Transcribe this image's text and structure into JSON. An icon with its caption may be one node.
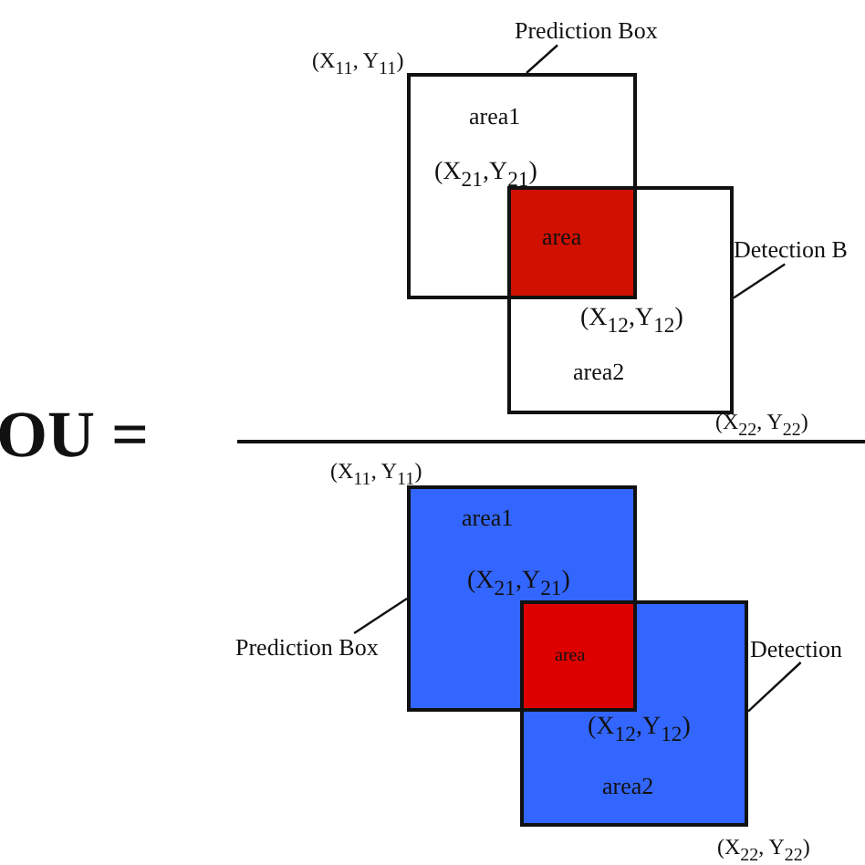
{
  "diagram": {
    "nodes": [
      {
        "text": [
          "Prediction Box"
        ]
      },
      {
        "text": [
          "area1"
        ]
      },
      {
        "text": [
          "area2"
        ]
      },
      {
        "text": [
          "area"
        ]
      },
      {
        "text": [
          "Detection B"
        ]
      },
      {
        "text": [
          "Prediction Box"
        ]
      },
      {
        "text": [
          "area1"
        ]
      },
      {
        "text": [
          "area2"
        ]
      },
      {
        "text": [
          "area"
        ]
      },
      {
        "text": [
          "Detection"
        ]
      }
    ],
    "edges": [
      {
        "from": 0,
        "to": 1,
        "arrow": "none"
      },
      {
        "from": 4,
        "to": 2,
        "arrow": "none"
      },
      {
        "from": 5,
        "to": 6,
        "arrow": "none"
      },
      {
        "from": 9,
        "to": 7,
        "arrow": "none"
      }
    ],
    "labels": [
      "OU =",
      "(X$_{11}$, Y$_{11}$)",
      "(X$_{21}$,Y$_{21}$)",
      "(X$_{12}$,Y$_{12}$)",
      "(X$_{22}$, Y$_{22}$)",
      "(X$_{11}$, Y$_{11}$)",
      "(X$_{21}$,Y$_{21}$)",
      "(X$_{12}$,Y$_{12}$)",
      "(X$_{22}$, Y$_{22}$)"
    ]
  }
}
